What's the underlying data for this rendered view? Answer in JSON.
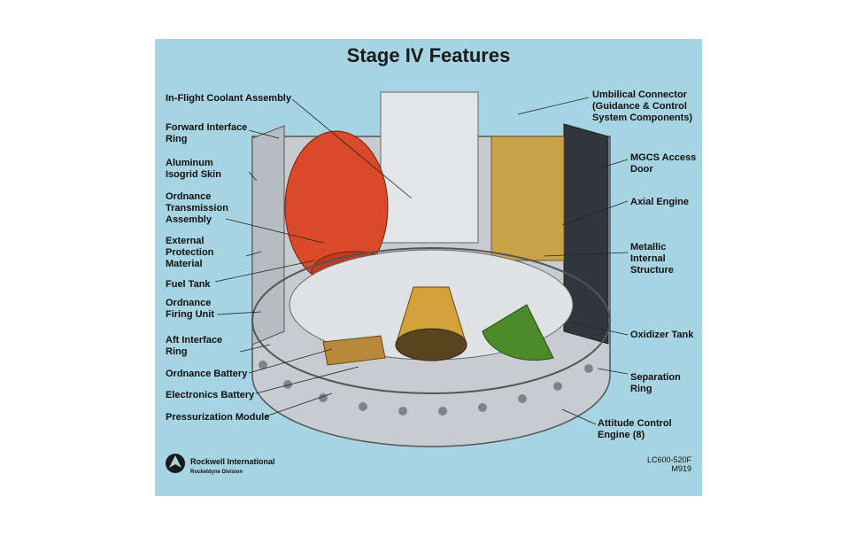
{
  "title": "Stage IV Features",
  "labels_left": [
    "In-Flight Coolant Assembly",
    "Forward Interface\nRing",
    "Aluminum\nIsogrid Skin",
    "Ordnance\nTransmission\nAssembly",
    "External\nProtection\nMaterial",
    "Fuel Tank",
    "Ordnance\nFiring Unit",
    "Aft Interface\nRing",
    "Ordnance Battery",
    "Electronics Battery",
    "Pressurization Module"
  ],
  "labels_right": [
    "Umbilical Connector\n(Guidance & Control\nSystem Components)",
    "MGCS Access\nDoor",
    "Axial Engine",
    "Metallic\nInternal\nStructure",
    "Oxidizer Tank",
    "Separation\nRing",
    "Attitude Control\nEngine (8)"
  ],
  "logo": {
    "name": "Rockwell International",
    "division": "Rocketdyne Division"
  },
  "document_number": "LC600-520F\nM919",
  "colors": {
    "background": "#a6d4e2",
    "fuel_tank": "#d9492a",
    "oxidizer_tank": "#4c8a2a",
    "structure": "#c9a24a",
    "metal": "#c8ccd0"
  }
}
